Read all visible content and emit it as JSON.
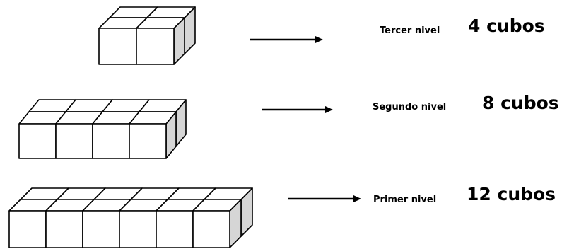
{
  "levels": [
    {
      "name": "Tercer nivel",
      "count_text": "4 cubos",
      "columns": 2,
      "rows": 2
    },
    {
      "name": "Segundo nivel",
      "count_text": "8 cubos",
      "columns": 4,
      "rows": 2
    },
    {
      "name": "Primer nivel",
      "count_text": "12 cubos",
      "columns": 6,
      "rows": 2
    }
  ],
  "colors": {
    "outline": "#000000",
    "cube_face": "#ffffff",
    "cube_side": "#d6d6d6"
  }
}
